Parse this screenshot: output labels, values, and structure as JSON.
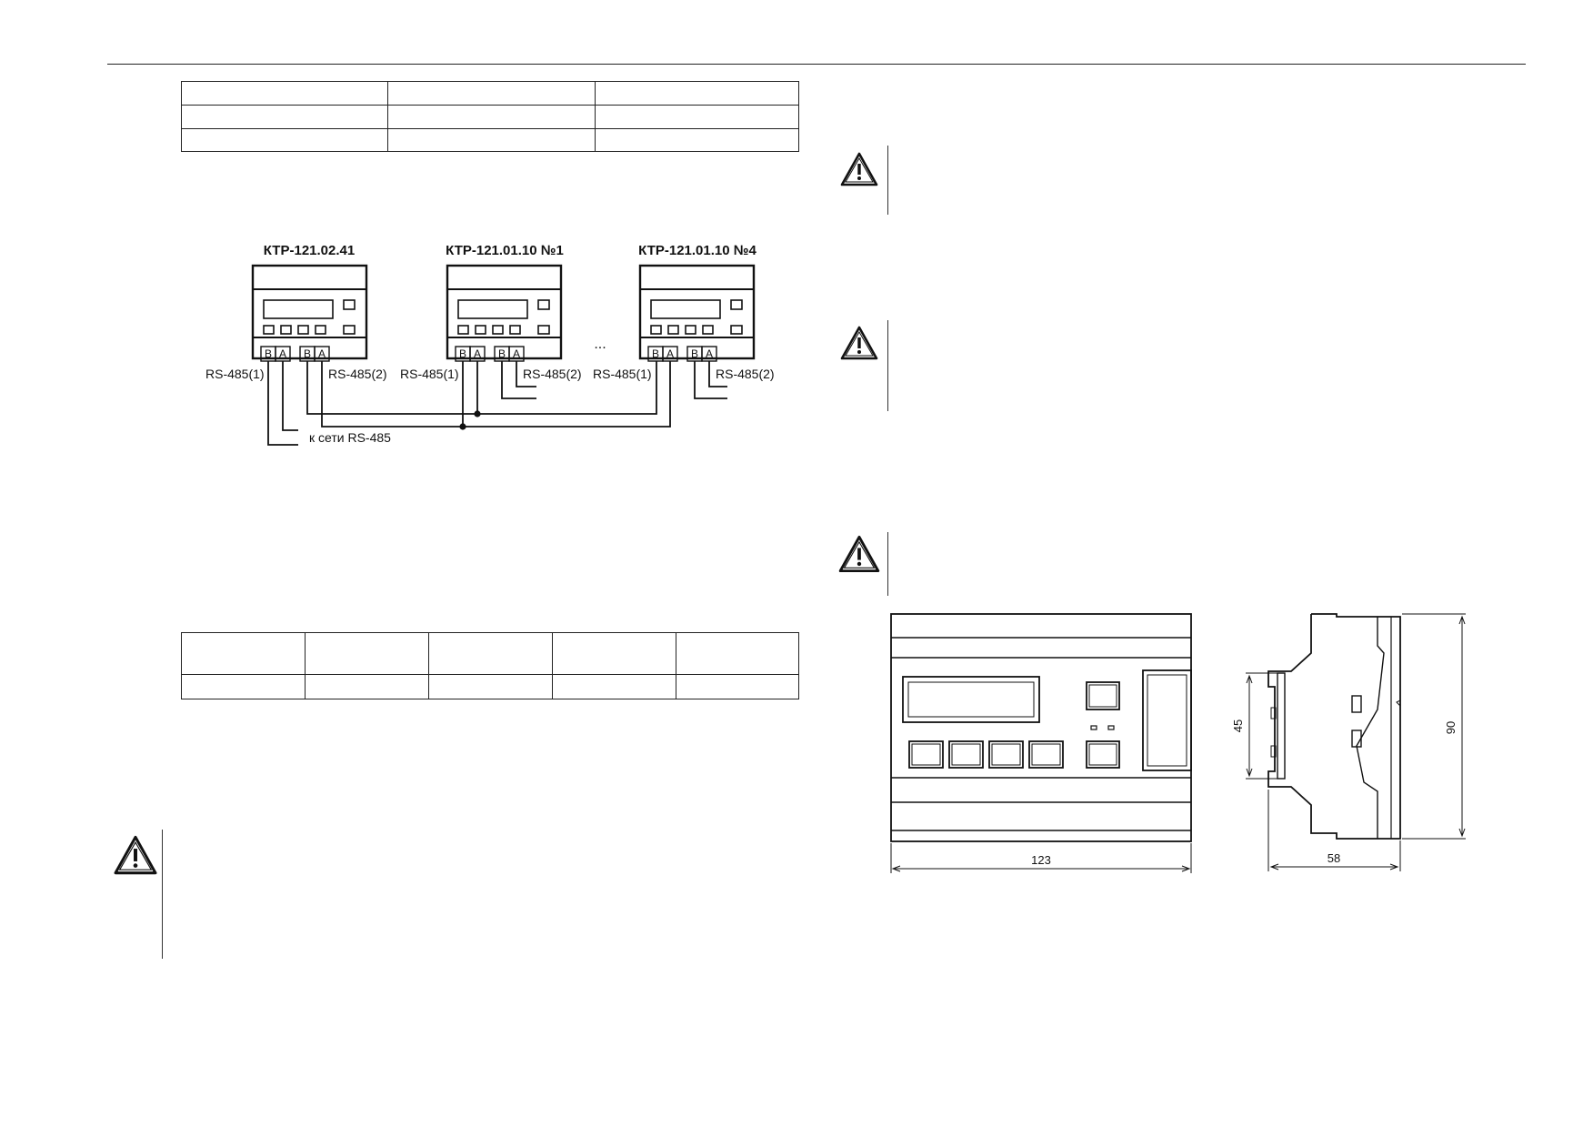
{
  "diagram": {
    "devices": [
      {
        "title": "КТР-121.02.41",
        "port1": "RS-485(1)",
        "port2": "RS-485(2)"
      },
      {
        "title": "КТР-121.01.10 №1",
        "port1": "RS-485(1)",
        "port2": "RS-485(2)"
      },
      {
        "title": "КТР-121.01.10 №4",
        "port1": "RS-485(1)",
        "port2": "RS-485(2)"
      }
    ],
    "terminal_b": "B",
    "terminal_a": "A",
    "ellipsis": "...",
    "network_label": "к сети RS-485"
  },
  "dimensions": {
    "width_front": "123",
    "width_side": "58",
    "height_full": "90",
    "height_front": "45"
  },
  "icons": {
    "warning": "warning-triangle-icon"
  }
}
